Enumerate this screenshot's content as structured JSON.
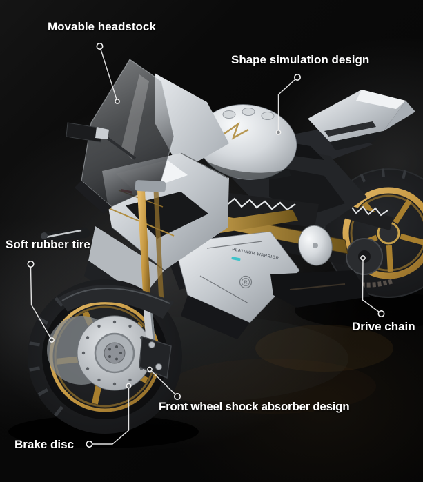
{
  "image": {
    "description": "Silver chrome building-block sport motorcycle model with gold wheels on a black studio background",
    "engraving": "PLATINUM WARRIOR",
    "badge_letter": "R"
  },
  "callouts": [
    {
      "id": "movable-headstock",
      "label": "Movable headstock"
    },
    {
      "id": "shape-simulation-design",
      "label": "Shape simulation design"
    },
    {
      "id": "soft-rubber-tire",
      "label": "Soft rubber tire"
    },
    {
      "id": "drive-chain",
      "label": "Drive chain"
    },
    {
      "id": "front-wheel-shock-absorber-design",
      "label": "Front wheel shock absorber design"
    },
    {
      "id": "brake-disc",
      "label": "Brake disc"
    }
  ],
  "colors": {
    "background": "#070707",
    "label_text": "#ffffff",
    "leader_line": "#ededed",
    "body_silver": "#d7dbdf",
    "rim_gold": "#c2953f",
    "frame_bronze": "#a8812f",
    "windshield_smoke": "#5a5e63",
    "tire_black": "#17181a",
    "accent_teal": "#3ec3c9"
  }
}
